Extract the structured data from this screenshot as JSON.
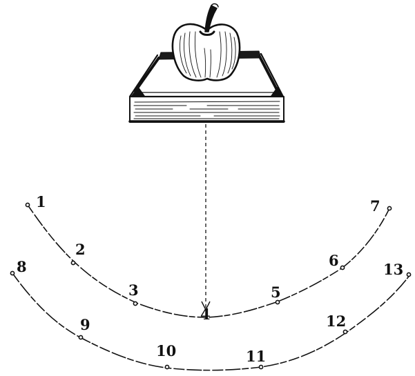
{
  "diagram": {
    "colors": {
      "ink": "#111111",
      "background": "#ffffff"
    },
    "illustration": {
      "objects": [
        "apple",
        "book"
      ]
    },
    "points": [
      {
        "id": "p1",
        "label": "1"
      },
      {
        "id": "p2",
        "label": "2"
      },
      {
        "id": "p3",
        "label": "3"
      },
      {
        "id": "p4",
        "label": "4"
      },
      {
        "id": "p5",
        "label": "5"
      },
      {
        "id": "p6",
        "label": "6"
      },
      {
        "id": "p7",
        "label": "7"
      },
      {
        "id": "p8",
        "label": "8"
      },
      {
        "id": "p9",
        "label": "9"
      },
      {
        "id": "p10",
        "label": "10"
      },
      {
        "id": "p11",
        "label": "11"
      },
      {
        "id": "p12",
        "label": "12"
      },
      {
        "id": "p13",
        "label": "13"
      }
    ]
  }
}
